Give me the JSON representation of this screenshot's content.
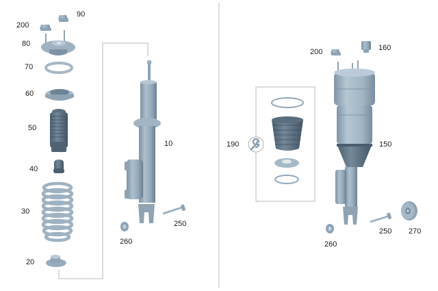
{
  "diagram": {
    "title": "Shock absorber / air spring exploded parts diagram",
    "colors": {
      "part_fill": "#9fb2c2",
      "part_light": "#c3d1dc",
      "part_dark": "#6f8496",
      "rubber_dark": "#55697a",
      "leader_line": "#b8b8b8",
      "divider": "#c8c8c8",
      "label_text": "#1a1a1a"
    },
    "left_assembly": {
      "labels": {
        "p200": "200",
        "p90": "90",
        "p80": "80",
        "p70": "70",
        "p60": "60",
        "p50": "50",
        "p40": "40",
        "p30": "30",
        "p20": "20",
        "p10": "10",
        "p250": "250",
        "p260": "260"
      },
      "parts": [
        {
          "id": "200",
          "name": "nut"
        },
        {
          "id": "90",
          "name": "nut"
        },
        {
          "id": "80",
          "name": "strut mount"
        },
        {
          "id": "70",
          "name": "shim ring"
        },
        {
          "id": "60",
          "name": "spring seat"
        },
        {
          "id": "50",
          "name": "dust boot"
        },
        {
          "id": "40",
          "name": "bump stop"
        },
        {
          "id": "30",
          "name": "coil spring"
        },
        {
          "id": "20",
          "name": "lower spring seat"
        },
        {
          "id": "10",
          "name": "shock absorber"
        },
        {
          "id": "250",
          "name": "bolt"
        },
        {
          "id": "260",
          "name": "nut"
        }
      ]
    },
    "right_assembly": {
      "labels": {
        "p200": "200",
        "p160": "160",
        "p190": "190",
        "p150": "150",
        "p250": "250",
        "p260": "260",
        "p270": "270"
      },
      "parts": [
        {
          "id": "200",
          "name": "nut"
        },
        {
          "id": "160",
          "name": "cap"
        },
        {
          "id": "190",
          "name": "repair kit (clamp rings, bellows, seat)"
        },
        {
          "id": "150",
          "name": "air suspension strut"
        },
        {
          "id": "250",
          "name": "bolt"
        },
        {
          "id": "260",
          "name": "nut"
        },
        {
          "id": "270",
          "name": "bushing"
        }
      ],
      "kit_icon": "wrench-icon"
    }
  }
}
